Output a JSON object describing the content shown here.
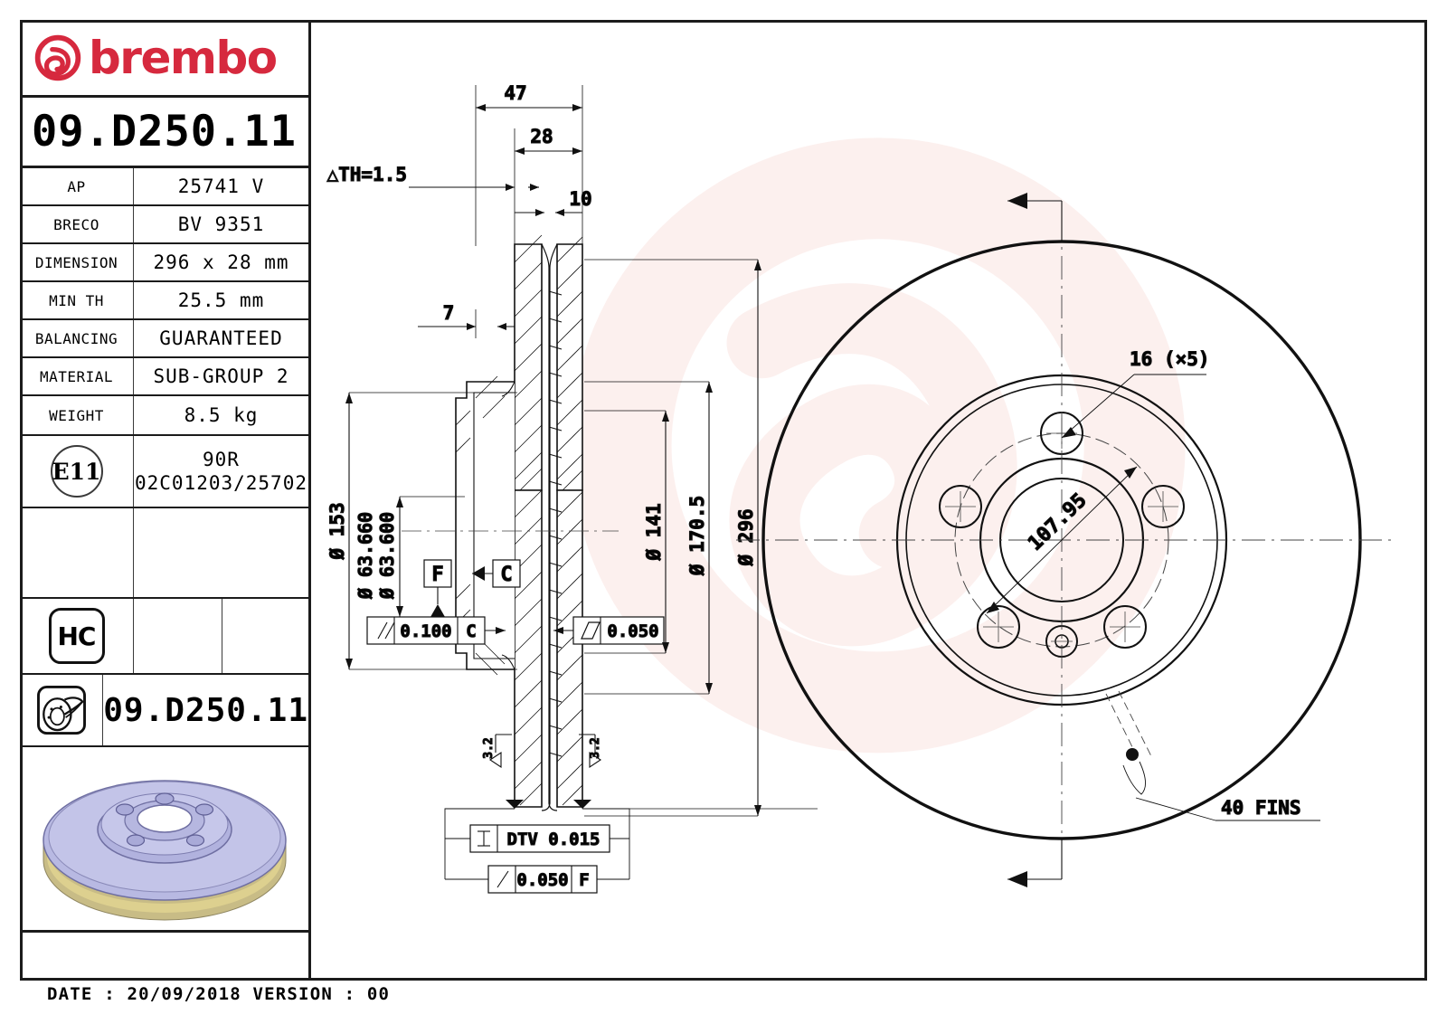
{
  "brand": {
    "name": "brembo",
    "logo_icon": "brembo-b-icon",
    "color": "#d6293e"
  },
  "part_number": "09.D250.11",
  "spec_table": {
    "rows": [
      {
        "label": "AP",
        "value": "25741 V"
      },
      {
        "label": "BRECO",
        "value": "BV 9351"
      },
      {
        "label": "DIMENSION",
        "value": "296 x 28 mm"
      },
      {
        "label": "MIN TH",
        "value": "25.5 mm"
      },
      {
        "label": "BALANCING",
        "value": "GUARANTEED"
      },
      {
        "label": "MATERIAL",
        "value": "SUB-GROUP 2"
      },
      {
        "label": "WEIGHT",
        "value": "8.5 kg"
      }
    ],
    "homologation": {
      "badge": "E11",
      "line1": "90R",
      "line2": "02C01203/25702"
    },
    "hc_badge": "HC",
    "disc_icon_part_number": "09.D250.11"
  },
  "footer": "DATE : 20/09/2018 VERSION : 00",
  "drawing": {
    "section_view": {
      "top_dims": [
        "47",
        "28",
        "10"
      ],
      "th_note": "△TH=1.5",
      "left_offset_dim": "7",
      "diameters": {
        "outer_hat": "Ø 153",
        "bore_upper": "Ø 63.660",
        "bore_lower": "Ø 63.600",
        "inner_ring": "Ø 141",
        "mid_ring": "Ø 170.5",
        "outer": "Ø 296"
      },
      "datums": [
        "F",
        "C"
      ],
      "tolerances": [
        {
          "symbol": "//",
          "value": "0.100",
          "datum": "C"
        },
        {
          "symbol": "▱",
          "value": "0.050",
          "datum": ""
        },
        {
          "symbol": "I",
          "value": "DTV 0.015",
          "datum": ""
        },
        {
          "symbol": "/",
          "value": "0.050",
          "datum": "F"
        }
      ],
      "roughness": [
        "3.2",
        "3.2"
      ]
    },
    "face_view": {
      "bolt_hole_note": "16 (×5)",
      "bolt_circle": "107.95",
      "fins_note": "40 FINS",
      "bolt_hole_count": 5
    }
  }
}
